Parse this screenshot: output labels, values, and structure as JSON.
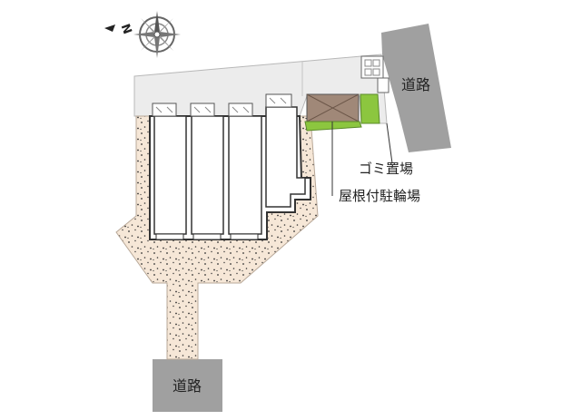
{
  "compass": {
    "letter": "N",
    "icon": "compass-rose-icon"
  },
  "roads": {
    "east_label": "道路",
    "south_label": "道路"
  },
  "legend": {
    "garbage_label": "ゴミ置場",
    "bicycle_label": "屋根付駐輪場"
  },
  "colors": {
    "road": "#a0a0a0",
    "paved": "#ececec",
    "gravel": "#f6e7d7",
    "building_outline": "#333333",
    "bicycle_roof": "#a08878",
    "planting": "#8cc63f"
  },
  "building": {
    "units": 4
  }
}
